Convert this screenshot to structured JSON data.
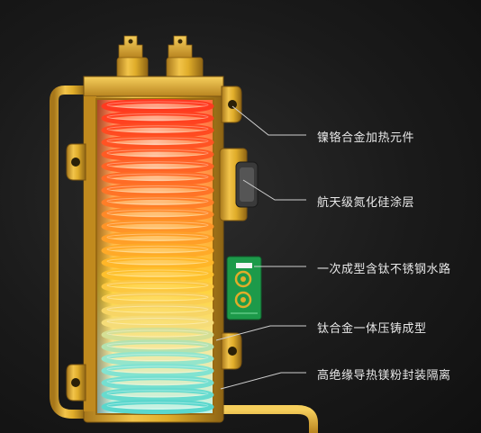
{
  "callouts": [
    {
      "text": "镍铬合金加热元件"
    },
    {
      "text": "航天级氮化硅涂层"
    },
    {
      "text": "一次成型含钛不锈钢水路"
    },
    {
      "text": "钛合金一体压铸成型"
    },
    {
      "text": "高绝缘导热镁粉封装隔离"
    }
  ],
  "colors": {
    "background": "#1a1a1a",
    "housing_gold": "#e0ad2a",
    "coil_hot": "#ff3a1f",
    "coil_warm": "#ffb21e",
    "coil_cool": "#6fe0d0",
    "pcb_green": "#1d9a4a",
    "leader_line": "#cfcfcf"
  }
}
